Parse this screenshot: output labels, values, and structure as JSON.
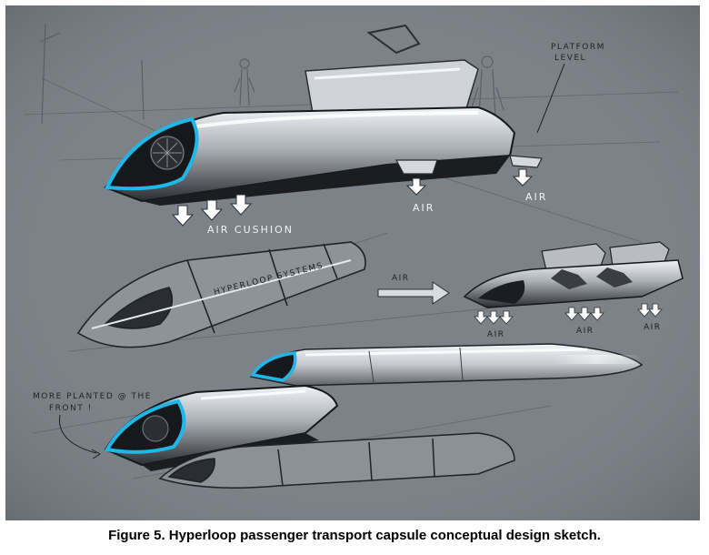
{
  "figure": {
    "caption": "Figure 5. Hyperloop passenger transport capsule conceptual design sketch.",
    "annotations": {
      "platform_level": [
        "PLATFORM",
        "LEVEL"
      ],
      "air_cushion": "AIR CUSHION",
      "air_1": "AIR",
      "air_2": "AIR",
      "air_flow": "AIR",
      "air_small_1": "AIR",
      "air_small_2": "AIR",
      "air_small_3": "AIR",
      "capsule_marking": "HYPERLOOP SYSTEMS",
      "front_note": [
        "MORE PLANTED @ THE",
        "FRONT !"
      ]
    },
    "colors": {
      "background": "#7d8289",
      "accent": "#1fb6e8",
      "body_light": "#e9ecef",
      "body_dark": "#1b1d20"
    }
  }
}
